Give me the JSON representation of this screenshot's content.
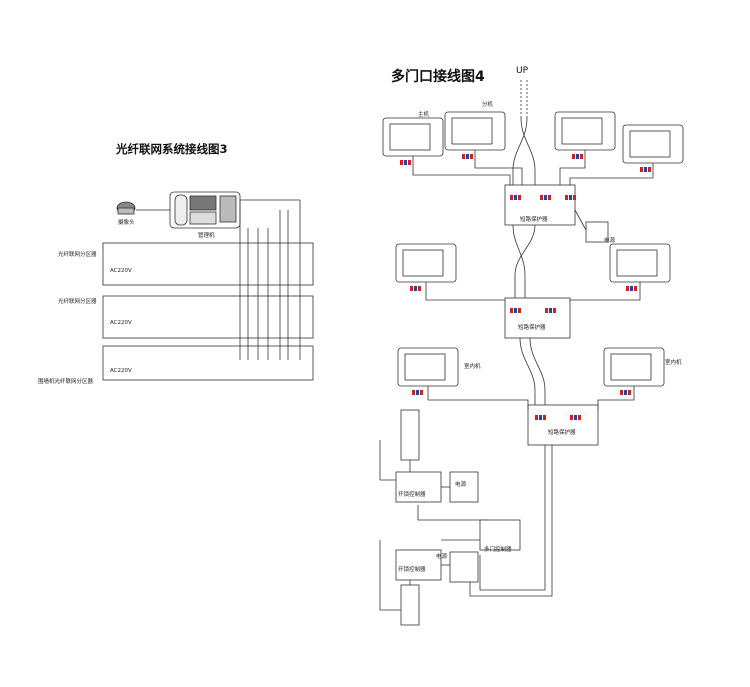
{
  "diagram3": {
    "title": "光纤联网系统接线图3",
    "camera_label": "摄像头",
    "console_label": "管理机",
    "panel_labels": [
      "光纤联网分区器",
      "光纤联网分区器",
      "围墙机光纤联网分区器"
    ],
    "voltage": "AC220V"
  },
  "diagram4": {
    "title": "多门口接线图4",
    "up_label": "UP",
    "main_label": "主机",
    "ext_label": "分机",
    "protector_label": "短路保护器",
    "power_label": "电源",
    "indoor_label": "室内机",
    "door_ctrl_label": "多门控制器",
    "openctrl_label": "开锁控制器"
  },
  "colors": {
    "line": "#333333",
    "fill": "#ffffff",
    "terminal_red": "#cc2222",
    "terminal_blue": "#2244aa"
  }
}
